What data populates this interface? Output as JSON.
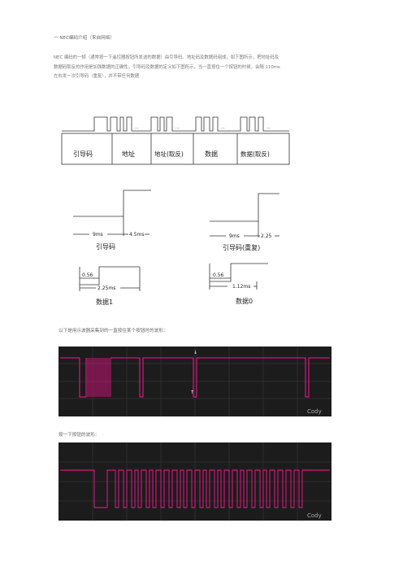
{
  "doc": {
    "heading": "一 NEC编码介绍（来自网络）",
    "intro_1": "NEC 编码的一帧（通常按一下遥控器按钮所发送的数据）由引导码、地址码及数据码组成，如下图所示，把地址码及",
    "intro_2": "数据码取反的作用是加强数据的正确性。引导码及数据的定义如下图所示，当一直按住一个按钮的时候，会隔 110ms",
    "intro_3": "左右发一次引导码（重复），并不带任何数据",
    "scope1_caption": "以下是用示波器采集到的一直按住某个按钮时的波形：",
    "scope2_caption": "按一下按钮的波形："
  },
  "frame_diagram": {
    "dots": "...",
    "segments": [
      "引导码",
      "地址",
      "地址(取反)",
      "数据",
      "数据(取反)"
    ]
  },
  "timing": {
    "leader": {
      "low": "9ms",
      "high": "4.5ms",
      "caption": "引导码"
    },
    "repeat": {
      "low": "9ms",
      "high": "2.25",
      "caption": "引导码(重复)"
    },
    "data1": {
      "pulse": "0.56",
      "period": "2.25ms",
      "caption": "数据1"
    },
    "data0": {
      "pulse": "0.56",
      "period": "1.12ms",
      "caption": "数据0"
    }
  },
  "scopes": {
    "watermark": "Cody",
    "trace_color": "#ff1493",
    "background": "#1c1c1c"
  }
}
